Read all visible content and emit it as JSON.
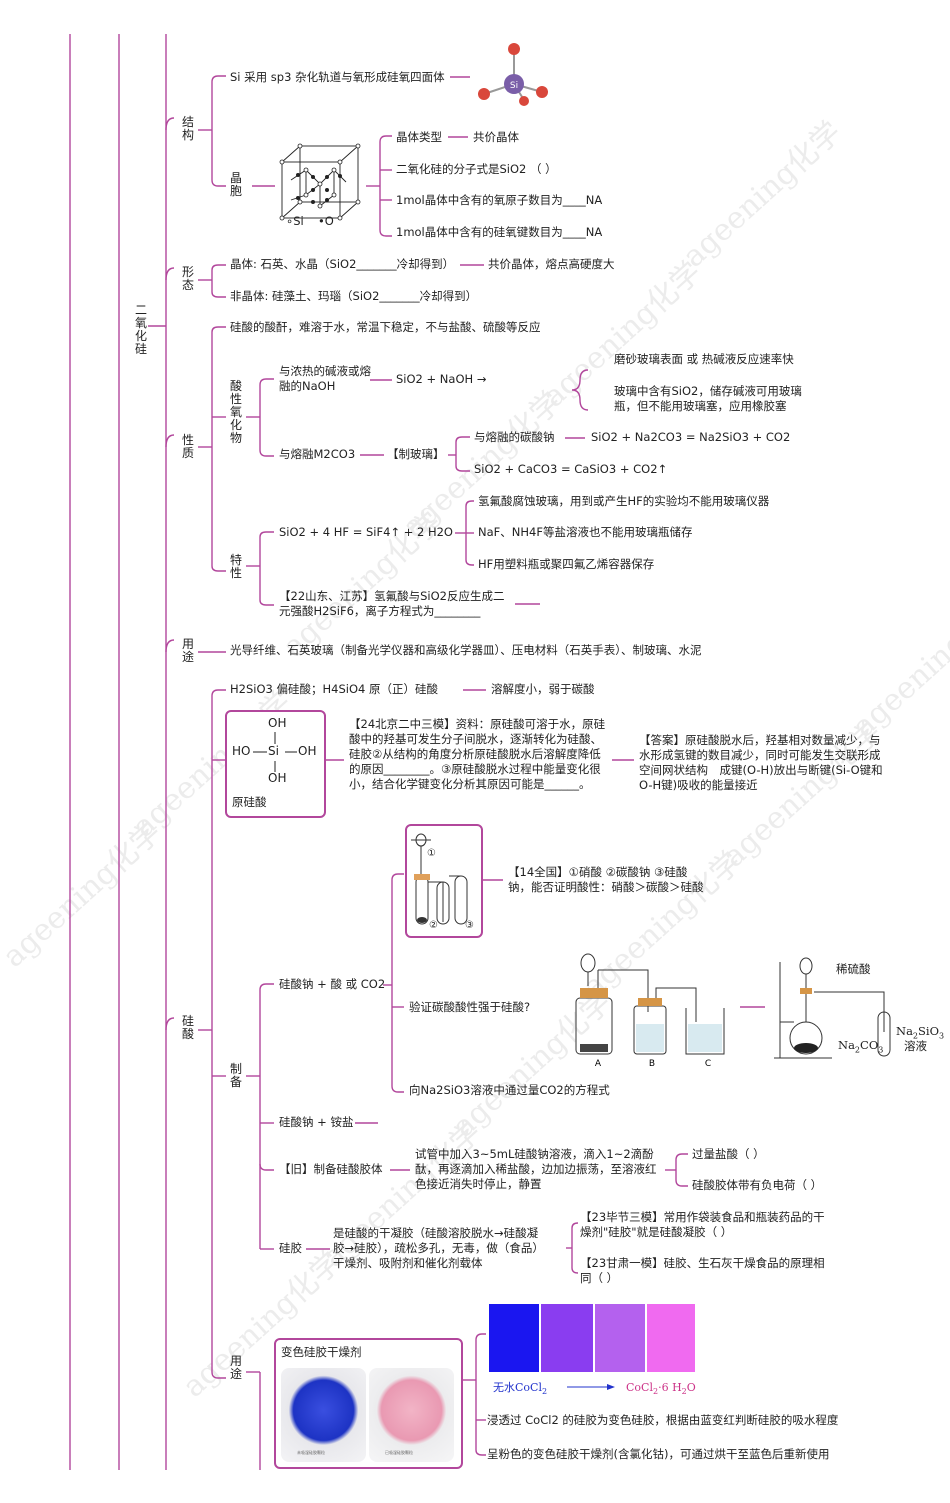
{
  "watermark": "ageening化学",
  "colors": {
    "line": "#b2479c",
    "swatches": [
      "#1a16f0",
      "#8a3df0",
      "#b461ee",
      "#f06af0"
    ],
    "blue_label": "#2233cc",
    "pink_label": "#cc3388"
  },
  "root": {
    "label": "二氧化硅"
  },
  "structure": {
    "label": "结构",
    "si_item": "Si 采用 sp3 杂化轨道与氧形成硅氧四面体",
    "molecule": {
      "center": "Si",
      "o": "O"
    },
    "cell": {
      "label": "晶胞",
      "legend_si": "∘Si",
      "legend_o": "•O",
      "items": [
        "晶体类型",
        "二氧化硅的分子式是SiO2 （ ）",
        "1mol晶体中含有的氧原子数目为____NA",
        "1mol晶体中含有的硅氧键数目为____NA"
      ],
      "crystal_type": "共价晶体"
    }
  },
  "form": {
    "label": "形态",
    "crystal": "晶体: 石英、水晶（SiO2_______冷却得到）",
    "crystal_note": "共价晶体，熔点高硬度大",
    "noncrystal": "非晶体: 硅藻土、玛瑙（SiO2_______冷却得到）"
  },
  "properties": {
    "label": "性质",
    "anhydride": "硅酸的酸酐，难溶于水，常温下稳定，不与盐酸、硫酸等反应",
    "acidic": {
      "label": "酸性氧化物",
      "base": "与浓热的碱液或熔融的NaOH",
      "base_eq": "SiO2 + NaOH →",
      "notes": [
        "磨砂玻璃表面 或 热碱液反应速率快",
        "玻璃中含有SiO2，储存碱液可用玻璃瓶，但不能用玻璃塞，应用橡胶塞"
      ],
      "m2co3": "与熔融M2CO3",
      "glass": "【制玻璃】",
      "na2co3": "与熔融的碳酸钠",
      "eq1": "SiO2 + Na2CO3 = Na2SiO3 + CO2",
      "eq2": "SiO2 + CaCO3 = CaSiO3 + CO2↑"
    },
    "special": {
      "label": "特性",
      "hf_eq": "SiO2 + 4 HF = SiF4↑ + 2 H2O",
      "notes": [
        "氢氟酸腐蚀玻璃，用到或产生HF的实验均不能用玻璃仪器",
        "NaF、NH4F等盐溶液也不能用玻璃瓶储存",
        "HF用塑料瓶或聚四氟乙烯容器保存"
      ],
      "exam": "【22山东、江苏】氢氟酸与SiO2反应生成二元强酸H2SiF6，离子方程式为________"
    }
  },
  "uses": {
    "label": "用途",
    "text": "光导纤维、石英玻璃（制备光学仪器和高级化学器皿）、压电材料（石英手表）、制玻璃、水泥"
  },
  "silicic": {
    "label": "硅酸",
    "formula_line": "H2SiO3 偏硅酸；H4SiO4 原（正）硅酸",
    "formula_note": "溶解度小，弱于碳酸",
    "ortho": {
      "oh": "OH",
      "ho": "HO",
      "si": "Si",
      "caption": "原硅酸"
    },
    "q24": "【24北京二中三模】资料：原硅酸可溶于水，原硅酸中的羟基可发生分子间脱水，逐渐转化为硅酸、硅胶②从结构的角度分析原硅酸脱水后溶解度降低的原因________。③原硅酸脱水过程中能量变化很小，结合化学键变化分析其原因可能是______。",
    "ans24": "【答案】原硅酸脱水后，羟基相对数量减少，与水形成氢键的数目减少，同时可能发生交联形成空间网状结构　成键(O-H)放出与断键(Si-O键和O-H键)吸收的能量接近",
    "prep": {
      "label": "制备",
      "q14": "【14全国】①硝酸 ②碳酸钠 ③硅酸钠，能否证明酸性：硝酸＞碳酸＞硅酸",
      "app_marks": [
        "①",
        "②",
        "③"
      ],
      "na2sio3_acid": "硅酸钠 + 酸 或 CO2",
      "verify": "验证碳酸酸性强于硅酸?",
      "abc": [
        "A",
        "B",
        "C"
      ],
      "dilute_h2so4": "稀硫酸",
      "na2co3_label": "Na2CO3",
      "na2sio3_label": "Na2SiO3 溶液",
      "co2_eq": "向Na2SiO3溶液中通过量CO2的方程式",
      "ammonium": "硅酸钠 + 铵盐",
      "old": "【旧】制备硅酸胶体",
      "procedure": "试管中加入3~5mL硅酸钠溶液，滴入1~2滴酚酞，再逐滴加入稀盐酸，边加边振荡，至溶液红色接近消失时停止，静置",
      "judge": [
        "过量盐酸（ ）",
        "硅酸胶体带有负电荷（ ）"
      ]
    },
    "gel": {
      "label": "硅胶",
      "desc": "是硅酸的干凝胶（硅酸溶胶脱水→硅酸凝胶→硅胶），疏松多孔，无毒，做（食品）干燥剂、吸附剂和催化剂载体",
      "q23a": "【23毕节三模】常用作袋装食品和瓶装药品的干燥剂\"硅胶\"就是硅酸凝胶（ ）",
      "q23b": "【23甘肃一模】硅胶、生石灰干燥食品的原理相同（ ）"
    },
    "use": {
      "label": "用途",
      "box_title": "变色硅胶干燥剂",
      "photo_blue": "未吸湿硅胶颗粒",
      "photo_pink": "已吸湿硅胶颗粒",
      "anhydrous": "无水CoCl2",
      "hydrate": "CoCl2·6 H2O",
      "desc1": "浸透过 CoCl2 的硅胶为变色硅胶，根据由蓝变红判断硅胶的吸水程度",
      "desc2": "呈粉色的变色硅胶干燥剂(含氯化钴)，可通过烘干至蓝色后重新使用"
    }
  }
}
